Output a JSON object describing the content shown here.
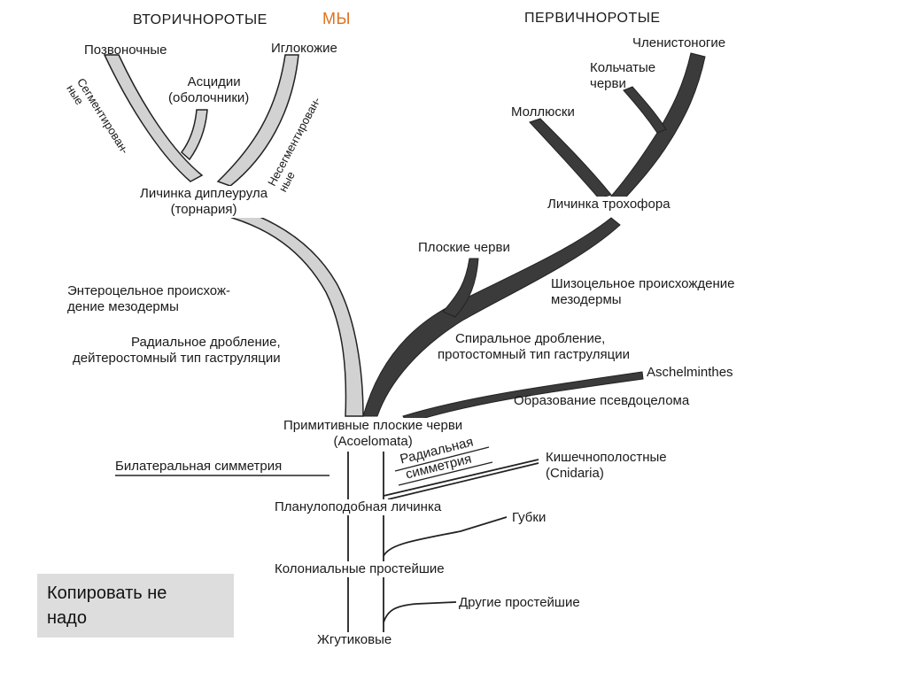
{
  "colors": {
    "deuterostome_branch": "#d2d2d2",
    "protostome_branch": "#3b3b3b",
    "outline": "#222222",
    "accent_text": "#e0701c",
    "note_bg": "#dddddd"
  },
  "headers": {
    "deuterostomes": "ВТОРИЧНОРОТЫЕ",
    "protostomes": "ПЕРВИЧНОРОТЫЕ",
    "we": "МЫ"
  },
  "labels": {
    "vertebrates": "Позвоночные",
    "echinoderms": "Иглокожие",
    "ascidians": [
      "Асцидии",
      "(оболочники)"
    ],
    "segmented": [
      "Сегментирован-",
      "ные"
    ],
    "nonsegmented": [
      "Несегментирован-",
      "ные"
    ],
    "dipleurula": [
      "Личинка диплеурула",
      "(торнария)"
    ],
    "arthropods": "Членистоногие",
    "annelids": [
      "Кольчатые",
      "черви"
    ],
    "molluscs": "Моллюски",
    "trochophore": "Личинка трохофора",
    "flatworms": "Плоские черви",
    "schizocoel": [
      "Шизоцельное происхождение",
      "мезодермы"
    ],
    "enterocoel": [
      "Энтероцельное происхож-",
      "дение мезодермы"
    ],
    "radial_cleavage": [
      "Радиальное дробление,",
      "дейтеростомный тип гаструляции"
    ],
    "spiral_cleavage": [
      "Спиральное дробление,",
      "протостомный тип гаструляции"
    ],
    "aschelminthes": "Aschelminthes",
    "pseudocoel": "Образование псевдоцелома",
    "acoelomata": [
      "Примитивные плоские черви",
      "(Acoelomata)"
    ],
    "bilateral": "Билатеральная симметрия",
    "radial_symmetry": [
      "Радиальная",
      "симметрия"
    ],
    "cnidaria": [
      "Кишечнополостные",
      "(Cnidaria)"
    ],
    "planula": "Планулоподобная личинка",
    "sponges": "Губки",
    "colonial": "Колониальные простейшие",
    "other_protists": "Другие простейшие",
    "flagellates": "Жгутиковые"
  },
  "note": [
    "Копировать не",
    "надо"
  ]
}
